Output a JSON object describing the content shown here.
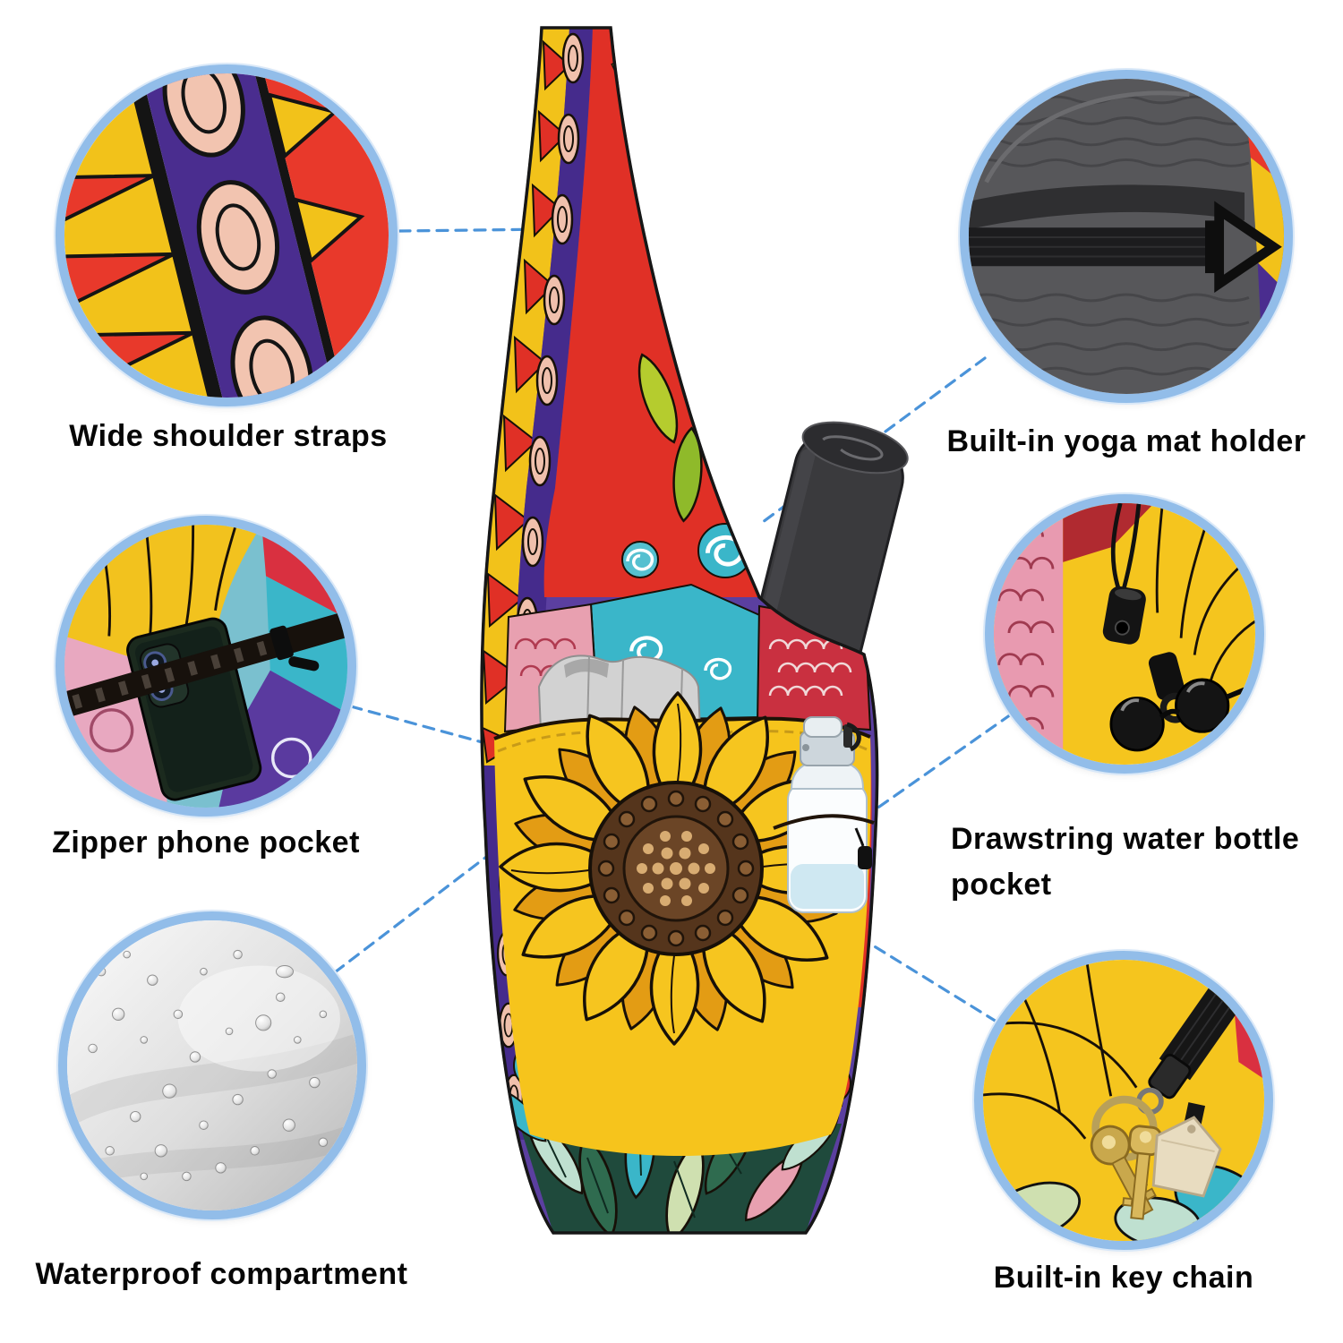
{
  "page": {
    "background": "#ffffff"
  },
  "accent": {
    "circle_ring": "#92bde9",
    "leader_line": "#4a93d9",
    "label_color": "#060606",
    "pocket_yellow": "#f6c41c",
    "sunflower_yellow": "#f6c51f"
  },
  "product": {
    "name": "patterned yoga mat tote bag with sunflower print"
  },
  "callouts": [
    {
      "id": "wide-shoulder-straps",
      "label": "Wide shoulder straps",
      "photo": "strap-fabric-closeup",
      "position": "top-left"
    },
    {
      "id": "yoga-mat-holder",
      "label": "Built-in yoga mat holder",
      "photo": "mat-and-buckle-closeup",
      "position": "top-right"
    },
    {
      "id": "zipper-phone-pocket",
      "label": "Zipper phone pocket",
      "photo": "phone-in-zipper-closeup",
      "position": "middle-left"
    },
    {
      "id": "drawstring-water-bottle-pocket",
      "label": "Drawstring water bottle pocket",
      "photo": "drawstring-toggle-closeup",
      "position": "middle-right"
    },
    {
      "id": "waterproof-compartment",
      "label": "Waterproof compartment",
      "photo": "water-droplets-closeup",
      "position": "bottom-left"
    },
    {
      "id": "built-in-key-chain",
      "label": "Built-in key chain",
      "photo": "keys-on-keychain-closeup",
      "position": "bottom-right"
    }
  ]
}
